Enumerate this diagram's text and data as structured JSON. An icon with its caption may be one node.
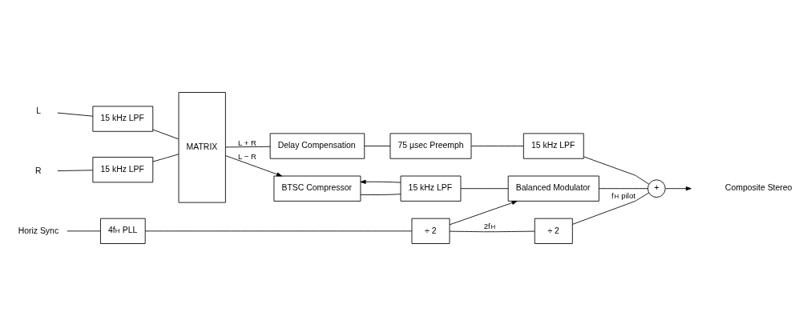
{
  "diagram": {
    "nodes": [
      {
        "text": [
          "L"
        ]
      },
      {
        "text": [
          "15 kHz LPF"
        ]
      },
      {
        "text": [
          "R"
        ]
      },
      {
        "text": [
          "15 kHz LPF"
        ]
      },
      {
        "text": [
          "MATRIX"
        ]
      },
      {
        "text": [
          "Delay Compensation"
        ]
      },
      {
        "text": [
          "75 µsec Preemph"
        ]
      },
      {
        "text": [
          "15 kHz LPF"
        ]
      },
      {
        "text": [
          "BTSC Compressor"
        ]
      },
      {
        "text": [
          "15 kHz LPF"
        ]
      },
      {
        "text": [
          "Balanced Modulator"
        ]
      },
      {
        "text": [
          "+"
        ]
      },
      {
        "text": [
          "Horiz Sync"
        ]
      },
      {
        "text": [
          "4f$_{H}$ PLL"
        ]
      },
      {
        "text": [
          "÷ 2"
        ]
      },
      {
        "text": [
          "÷ 2"
        ]
      }
    ],
    "edges": [
      {
        "from": 0,
        "to": 1,
        "arrow": "none"
      },
      {
        "from": 2,
        "to": 3,
        "arrow": "none"
      },
      {
        "from": 1,
        "to": 4,
        "arrow": "none"
      },
      {
        "from": 3,
        "to": 4,
        "arrow": "none"
      },
      {
        "from": 4,
        "to": 5,
        "arrow": "none",
        "label": "L + R"
      },
      {
        "from": 4,
        "to": 8,
        "arrow": "to",
        "label": "L − R"
      },
      {
        "from": 5,
        "to": 6,
        "arrow": "none"
      },
      {
        "from": 6,
        "to": 7,
        "arrow": "none"
      },
      {
        "from": 7,
        "to": 11,
        "arrow": "none"
      },
      {
        "from": 8,
        "to": 9,
        "arrow": "none"
      },
      {
        "from": 9,
        "to": 10,
        "arrow": "none"
      },
      {
        "from": 9,
        "to": 8,
        "arrow": "to"
      },
      {
        "from": 10,
        "to": 11,
        "arrow": "none"
      },
      {
        "from": 12,
        "to": 13,
        "arrow": "none"
      },
      {
        "from": 13,
        "to": 14,
        "arrow": "none"
      },
      {
        "from": 14,
        "to": 15,
        "arrow": "none",
        "label": "2f$_{H}$"
      },
      {
        "from": 14,
        "to": 10,
        "arrow": "to"
      },
      {
        "from": 15,
        "to": 11,
        "arrow": "none",
        "label": "f$_{H}$ pilot"
      },
      {
        "from": 11,
        "to": null,
        "arrow": "to"
      }
    ],
    "labels": [
      "Composite Stereo"
    ]
  }
}
